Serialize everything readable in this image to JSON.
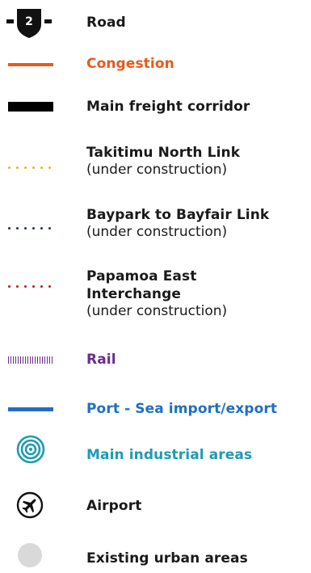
{
  "colors": {
    "road": "#111111",
    "congestion": "#e85a1c",
    "freight": "#000000",
    "takitimu": "#f2b705",
    "baypark": "#1d3557",
    "papamoa": "#c0161c",
    "rail": "#6b2c8c",
    "port": "#1f6fc4",
    "industrial": "#1d9bb3",
    "airport": "#111111",
    "urban": "#d9d9d9"
  },
  "legend": {
    "road": {
      "shield_number": "2",
      "label": "Road",
      "icon": "highway-shield-icon"
    },
    "congestion": {
      "label": "Congestion"
    },
    "freight": {
      "label": "Main freight corridor"
    },
    "takitimu": {
      "label": "Takitimu North Link",
      "note": "(under construction)"
    },
    "baypark": {
      "label": "Baypark to Bayfair Link",
      "note": "(under construction)"
    },
    "papamoa": {
      "label_line1": "Papamoa East",
      "label_line2": "Interchange",
      "note": "(under construction)"
    },
    "rail": {
      "label": "Rail"
    },
    "port": {
      "label": "Port - Sea import/export"
    },
    "industrial": {
      "label": "Main industrial areas",
      "icon": "concentric-circles-icon"
    },
    "airport": {
      "label": "Airport",
      "icon": "airplane-icon"
    },
    "urban": {
      "label": "Existing urban areas",
      "icon": "grey-circle-icon"
    }
  }
}
